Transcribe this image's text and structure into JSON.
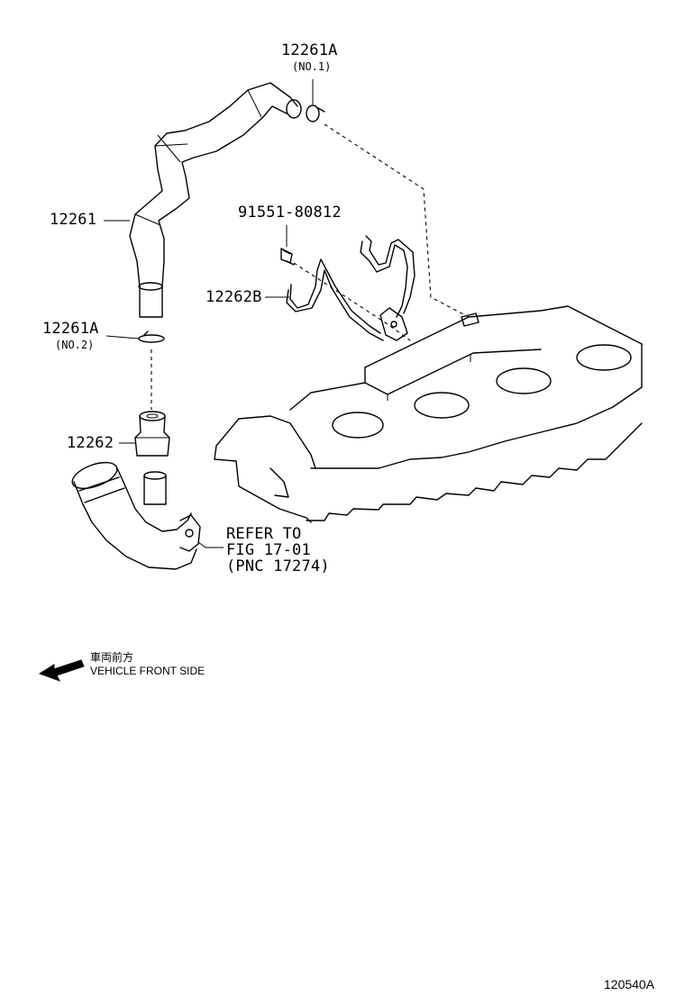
{
  "parts": {
    "clip_no1": {
      "number": "12261A",
      "qualifier": "(NO.1)"
    },
    "hose": {
      "number": "12261"
    },
    "clip_no2": {
      "number": "12261A",
      "qualifier": "(NO.2)"
    },
    "bolt": {
      "number": "91551-80812"
    },
    "bracket": {
      "number": "12262B"
    },
    "connector": {
      "number": "12262"
    }
  },
  "reference": {
    "line1": "REFER TO",
    "line2": "FIG 17-01",
    "line3": "(PNC 17274)"
  },
  "direction": {
    "japanese": "車両前方",
    "english": "VEHICLE FRONT SIDE"
  },
  "illustration_id": "120540A"
}
